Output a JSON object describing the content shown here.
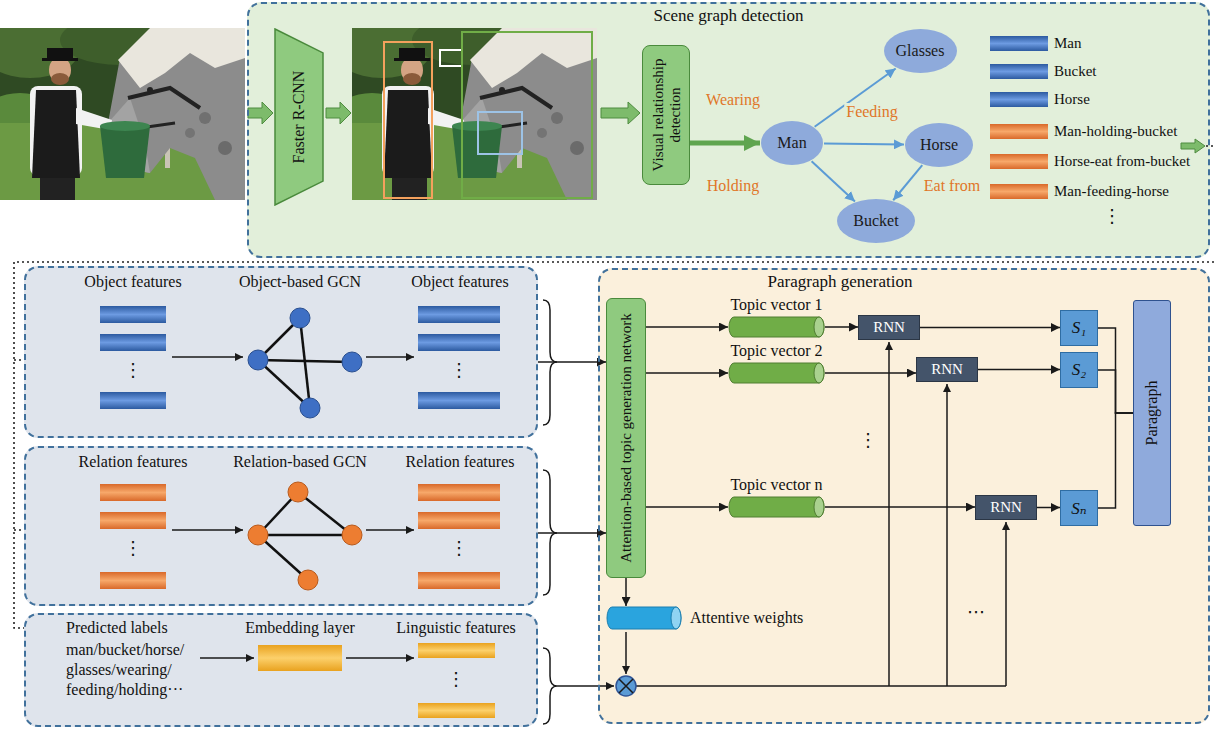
{
  "diagram": {
    "nodes": [
      {
        "text": [
          "Scene graph detection"
        ]
      },
      {
        "text": [
          "Faster R-CNN"
        ],
        "in": 0
      },
      {
        "text": [
          "Visual relationship detection"
        ],
        "in": 0
      },
      {
        "text": [
          "Man"
        ],
        "in": 0
      },
      {
        "text": [
          "Glasses"
        ],
        "in": 0
      },
      {
        "text": [
          "Horse"
        ],
        "in": 0
      },
      {
        "text": [
          "Bucket"
        ],
        "in": 0
      },
      {
        "text": [
          "Object features",
          "Object-based GCN",
          "Object features"
        ]
      },
      {
        "text": [
          "Relation features",
          "Relation-based GCN",
          "Relation features"
        ]
      },
      {
        "text": [
          "Predicted labels",
          "man/bucket/horse/ glasses/wearing/ feeding/holding···",
          "Embedding layer",
          "Linguistic features"
        ]
      },
      {
        "text": [
          "Paragraph generation"
        ]
      },
      {
        "text": [
          "Attention-based topic generation network"
        ],
        "in": 10
      },
      {
        "text": [
          "Topic vector 1"
        ],
        "in": 10
      },
      {
        "text": [
          "Topic vector 2"
        ],
        "in": 10
      },
      {
        "text": [
          "Topic vector n"
        ],
        "in": 10
      },
      {
        "text": [
          "RNN"
        ],
        "in": 10
      },
      {
        "text": [
          "RNN"
        ],
        "in": 10
      },
      {
        "text": [
          "RNN"
        ],
        "in": 10
      },
      {
        "text": [
          "S₁"
        ],
        "in": 10
      },
      {
        "text": [
          "S₂"
        ],
        "in": 10
      },
      {
        "text": [
          "Sₙ"
        ],
        "in": 10
      },
      {
        "text": [
          "Paragraph"
        ],
        "in": 10
      },
      {
        "text": [
          "Attentive weights"
        ],
        "in": 10
      }
    ],
    "edges": [
      {
        "from": 2,
        "to": 3,
        "arrow": "to"
      },
      {
        "from": 3,
        "to": 4,
        "label": "Wearing",
        "arrow": "to"
      },
      {
        "from": 3,
        "to": 5,
        "label": "Feeding",
        "arrow": "to"
      },
      {
        "from": 3,
        "to": 6,
        "label": "Holding",
        "arrow": "to"
      },
      {
        "from": 5,
        "to": 6,
        "label": "Eat from",
        "arrow": "to"
      },
      {
        "from": 7,
        "to": 11,
        "arrow": "to"
      },
      {
        "from": 8,
        "to": 11,
        "arrow": "to"
      },
      {
        "from": 11,
        "to": 12,
        "arrow": "to"
      },
      {
        "from": 11,
        "to": 13,
        "arrow": "to"
      },
      {
        "from": 11,
        "to": 14,
        "arrow": "to"
      },
      {
        "from": 11,
        "to": 22,
        "arrow": "to"
      },
      {
        "from": 12,
        "to": 15,
        "arrow": "to"
      },
      {
        "from": 13,
        "to": 16,
        "arrow": "to"
      },
      {
        "from": 14,
        "to": 17,
        "arrow": "to"
      },
      {
        "from": 15,
        "to": 18,
        "arrow": "to"
      },
      {
        "from": 16,
        "to": 19,
        "arrow": "to"
      },
      {
        "from": 17,
        "to": 20,
        "arrow": "to"
      },
      {
        "from": 18,
        "to": 21,
        "arrow": "none"
      },
      {
        "from": 19,
        "to": 21,
        "arrow": "none"
      },
      {
        "from": 20,
        "to": 21,
        "arrow": "none"
      }
    ],
    "labels": [
      "Man",
      "Bucket",
      "Horse",
      "Man-holding-bucket",
      "Horse-eat from-bucket",
      "Man-feeding-horse",
      "⋮",
      "⋮",
      "⋮",
      "⋮",
      "⋮",
      "⋮",
      "⋮",
      "⋯"
    ]
  }
}
